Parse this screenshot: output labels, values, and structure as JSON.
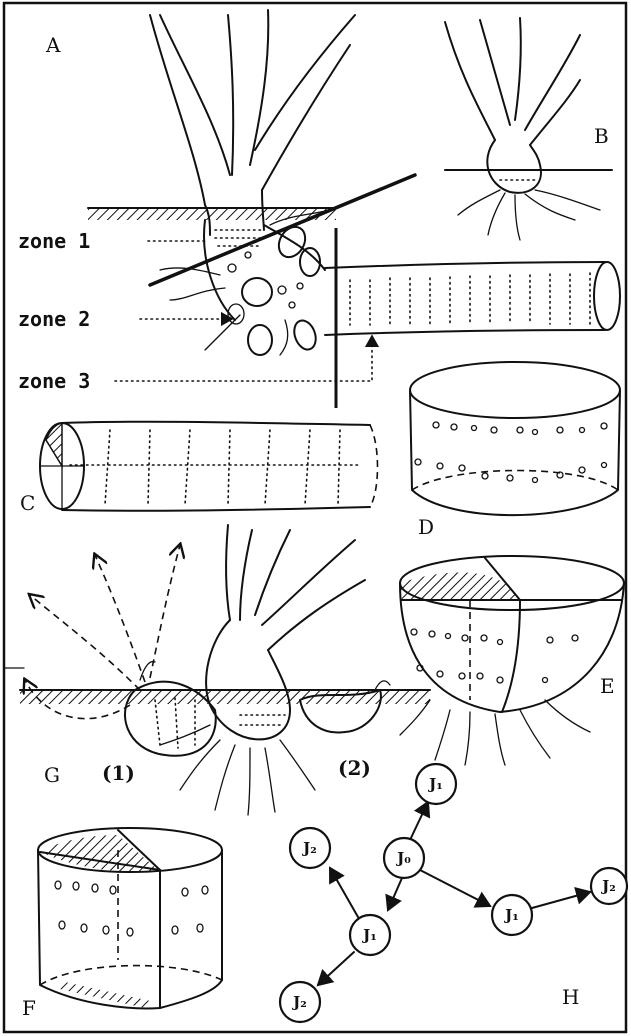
{
  "panels": {
    "a": "A",
    "b": "B",
    "c": "C",
    "d": "D",
    "e": "E",
    "f": "F",
    "g": "G",
    "h": "H"
  },
  "zones": [
    "zone 1",
    "zone 2",
    "zone 3"
  ],
  "g_labels": [
    "(1)",
    "(2)"
  ],
  "graph_nodes": [
    "J₂",
    "J₁",
    "J₀",
    "J₁",
    "J₁",
    "J₂",
    "J₂"
  ]
}
